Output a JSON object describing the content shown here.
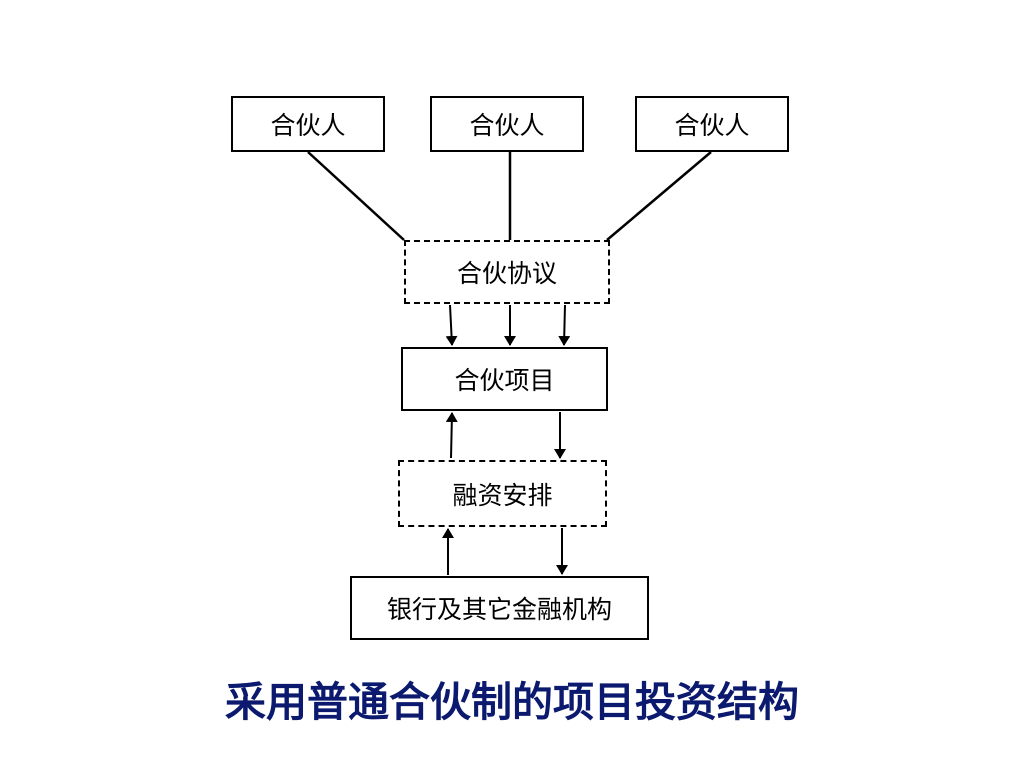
{
  "diagram": {
    "partners": [
      "合伙人",
      "合伙人",
      "合伙人"
    ],
    "agreement": "合伙协议",
    "project": "合伙项目",
    "financing": "融资安排",
    "banks": "银行及其它金融机构"
  },
  "caption": {
    "text": "采用普通合伙制的项目投资结构",
    "color": "#0b1a6e"
  },
  "colors": {
    "line": "#000000",
    "text": "#000000"
  }
}
